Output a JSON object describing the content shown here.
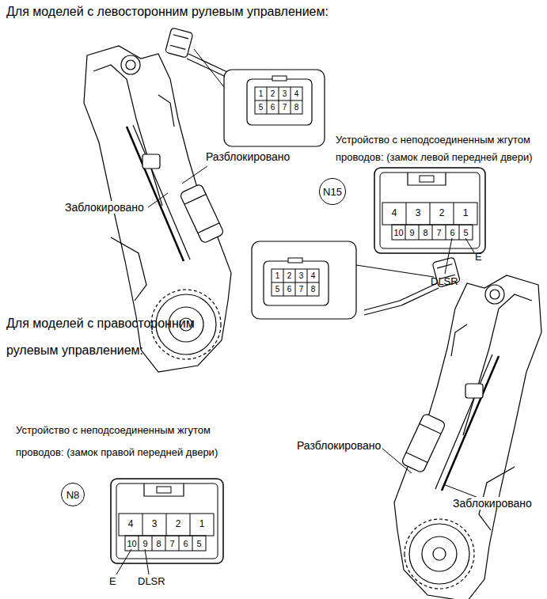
{
  "diagram": {
    "nodes": [
      {
        "text": [
          "N15"
        ]
      },
      {
        "text": [
          "N8"
        ]
      }
    ],
    "labels": [
      "Для моделей с левосторонним рулевым управлением:",
      "1",
      "2",
      "3",
      "4",
      "5",
      "6",
      "7",
      "8",
      "Устройство с неподсоединенным жгутом проводов: (замок левой передней двери)",
      "Разблокировано",
      "Заблокировано",
      "4",
      "3",
      "2",
      "1",
      "10",
      "9",
      "8",
      "7",
      "6",
      "5",
      "E",
      "DLSR",
      "Для моделей с правосторонним рулевым управлением:",
      "1",
      "2",
      "3",
      "4",
      "5",
      "6",
      "7",
      "8",
      "Устройство с неподсоединенным жгутом проводов: (замок правой передней двери)",
      "Разблокировано",
      "Заблокировано",
      "4",
      "3",
      "2",
      "1",
      "10",
      "9",
      "8",
      "7",
      "6",
      "5",
      "E",
      "DLSR"
    ]
  }
}
